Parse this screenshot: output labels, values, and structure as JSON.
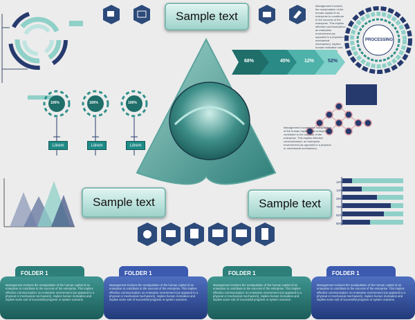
{
  "buttons": {
    "top": "Sample text",
    "left": "Sample text",
    "right": "Sample text"
  },
  "arrows": [
    "68%",
    "45%",
    "12%",
    "52%"
  ],
  "processing_label": "PROCESSING",
  "circles": [
    "100%",
    "100%",
    "100%"
  ],
  "lorem": [
    "Lörem",
    "Lörem",
    "Lörem"
  ],
  "bars": {
    "labels": [
      "12%",
      "13%",
      "25%",
      "75%",
      "92%",
      "80%"
    ]
  },
  "folders": [
    {
      "label": "FOLDER 1",
      "text": "Management involves the manipulation of the human capital of an enterprise to contribute to the success of the enterprise. This implies effective communication: an enterprise environment (as opposed to a physical or mechanical mechanism), implies human motivation and implies some sort of successful progress or system outcome."
    },
    {
      "label": "FOLDER 1",
      "text": "Management involves the manipulation of the human capital of an enterprise to contribute to the success of the enterprise. This implies effective communication: an enterprise environment (as opposed to a physical or mechanical mechanism), implies human motivation and implies some sort of successful progress or system outcome."
    },
    {
      "label": "FOLDER 1",
      "text": "Management involves the manipulation of the human capital of an enterprise to contribute to the success of the enterprise. This implies effective communication: an enterprise environment (as opposed to a physical or mechanical mechanism), implies human motivation and implies some sort of successful progress or system outcome."
    },
    {
      "label": "FOLDER 1",
      "text": "Management involves the manipulation of the human capital of an enterprise to contribute to the success of the enterprise. This implies effective communication: an enterprise environment (as opposed to a physical or mechanical mechanism), implies human motivation and implies some sort of successful progress or system outcome."
    }
  ],
  "text_blocks": {
    "top_right": "Management involves the manipulation of the human capital of an enterprise to contribute to the success of the enterprise. This implies effective communication: an enterprise environment (as opposed to a physical or mechanical mechanism), implies human motivation and implies successful progress or system outcome.",
    "middle_right": "Management involves the manipulation of the human capital of an enterprise to contribute to the success of the enterprise. This implies effective communication: an enterprise environment (as opposed to a physical or mechanical mechanism)."
  },
  "colors": {
    "teal": "#2f8f8a",
    "navy": "#263a6e",
    "light_teal": "#8fd0c8"
  }
}
